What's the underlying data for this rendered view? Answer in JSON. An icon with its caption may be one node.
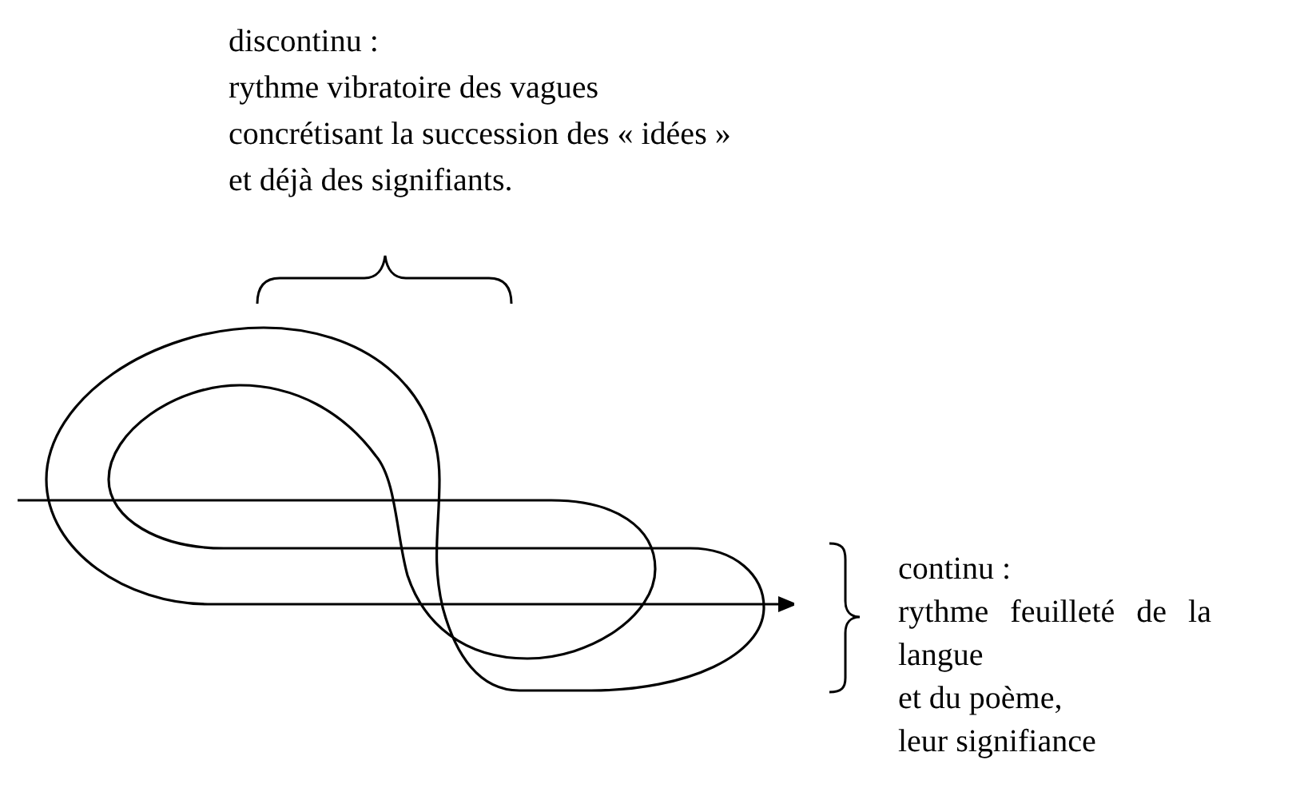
{
  "diagram": {
    "labels": [
      "discontinu :",
      "rythme vibratoire des vagues",
      "concrétisant la succession des « idées »",
      "et déjà des signifiants.",
      "continu :",
      "rythme feuilleté de la langue",
      "et du poème,",
      "leur signifiance"
    ]
  }
}
